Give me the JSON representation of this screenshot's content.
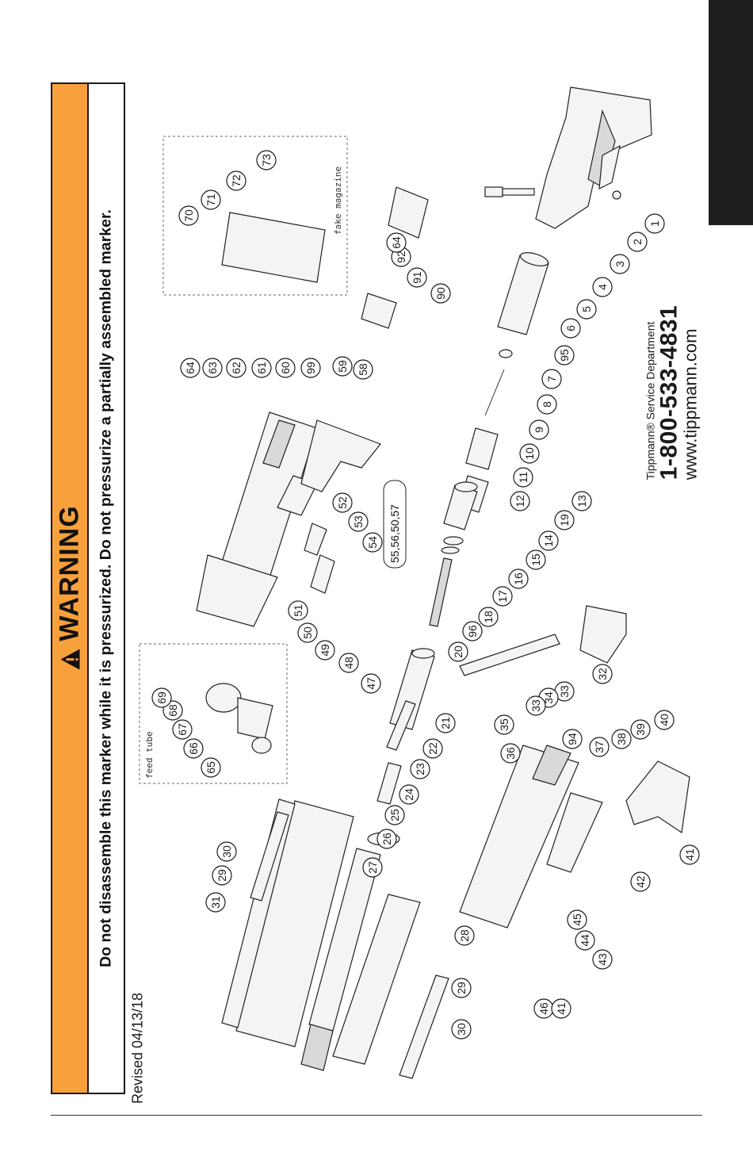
{
  "warning": {
    "title": "WARNING",
    "text": "Do not disassemble this marker while it is pressurized. Do not pressurize a partially assembled marker.",
    "header_color": "#f7a03c"
  },
  "revised": "Revised 04/13/18",
  "contact": {
    "service": "Tippmann® Service Department",
    "phone": "1-800-533-4831",
    "website": "www.tippmann.com"
  },
  "insets": {
    "feed_tube": "feed tube",
    "fake_magazine": "fake magazine"
  },
  "group_label": "55,56,50,57",
  "part_numbers": [
    "1",
    "2",
    "3",
    "4",
    "5",
    "6",
    "95",
    "7",
    "8",
    "9",
    "10",
    "11",
    "12",
    "13",
    "19",
    "14",
    "15",
    "16",
    "17",
    "18",
    "96",
    "20",
    "21",
    "22",
    "23",
    "24",
    "25",
    "26",
    "27",
    "28",
    "29",
    "30",
    "31",
    "32",
    "33",
    "34",
    "35",
    "36",
    "37",
    "38",
    "39",
    "40",
    "41",
    "42",
    "43",
    "44",
    "45",
    "46",
    "47",
    "48",
    "49",
    "50",
    "51",
    "52",
    "53",
    "54",
    "58",
    "59",
    "99",
    "60",
    "61",
    "62",
    "63",
    "64",
    "65",
    "66",
    "67",
    "68",
    "69",
    "70",
    "71",
    "72",
    "73",
    "90",
    "91",
    "92",
    "94"
  ]
}
